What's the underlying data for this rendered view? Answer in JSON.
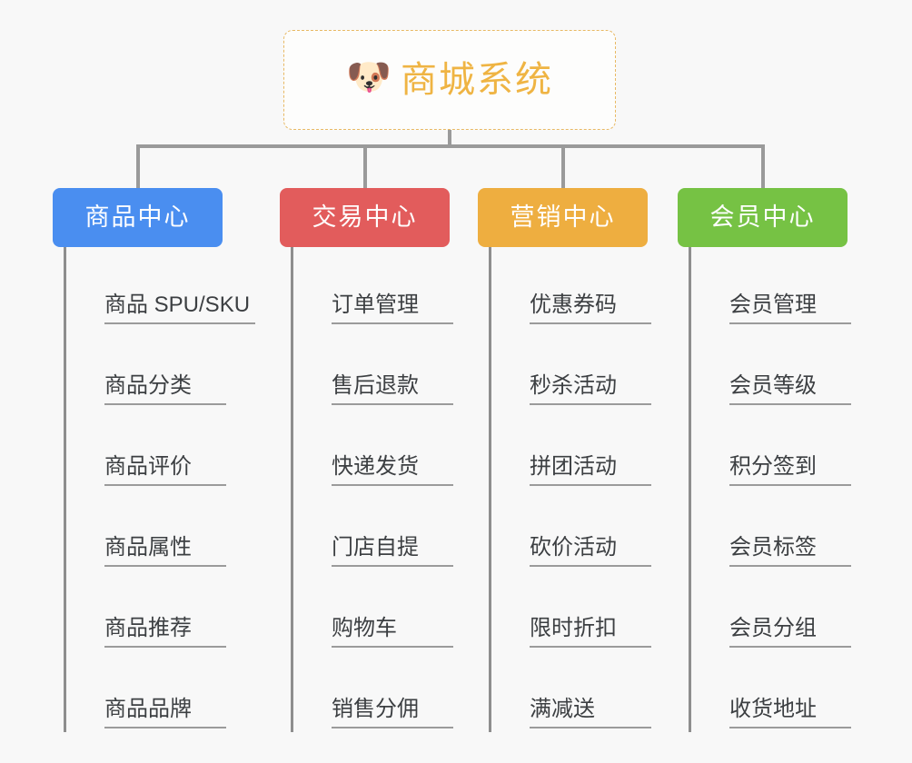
{
  "diagram": {
    "type": "mindmap-org-chart",
    "background_color": "#f8f8f8",
    "connector_color": "#9a9a9a",
    "root": {
      "icon": "shiba-dog-face-icon",
      "emoji": "🐶",
      "title": "商城系统",
      "text_color": "#efb443",
      "border_color": "#e8b964",
      "background_color": "#fdfdfc"
    },
    "branches": [
      {
        "label": "商品中心",
        "color": "#4a8ef0",
        "items": [
          "商品 SPU/SKU",
          "商品分类",
          "商品评价",
          "商品属性",
          "商品推荐",
          "商品品牌"
        ]
      },
      {
        "label": "交易中心",
        "color": "#e25c5c",
        "items": [
          "订单管理",
          "售后退款",
          "快递发货",
          "门店自提",
          "购物车",
          "销售分佣"
        ]
      },
      {
        "label": "营销中心",
        "color": "#eeae40",
        "items": [
          "优惠券码",
          "秒杀活动",
          "拼团活动",
          "砍价活动",
          "限时折扣",
          "满减送"
        ]
      },
      {
        "label": "会员中心",
        "color": "#76c244",
        "items": [
          "会员管理",
          "会员等级",
          "积分签到",
          "会员标签",
          "会员分组",
          "收货地址"
        ]
      }
    ]
  }
}
